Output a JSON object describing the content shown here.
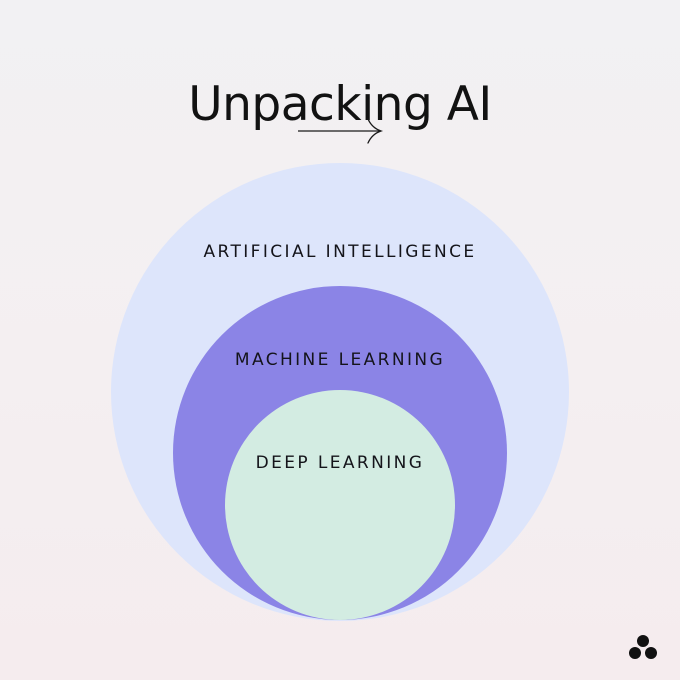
{
  "title": "Unpacking AI",
  "icons": {
    "arrow": "arrow-right-icon",
    "logo": "asana-logo-icon"
  },
  "diagram": {
    "outer_label": "ARTIFICIAL INTELLIGENCE",
    "middle_label": "MACHINE LEARNING",
    "inner_label": "DEEP LEARNING"
  },
  "colors": {
    "background": "#f3f0f2",
    "outer_circle": "#dde5fb",
    "middle_circle": "#8b84e6",
    "inner_circle": "#d3ece2",
    "text": "#121212"
  }
}
